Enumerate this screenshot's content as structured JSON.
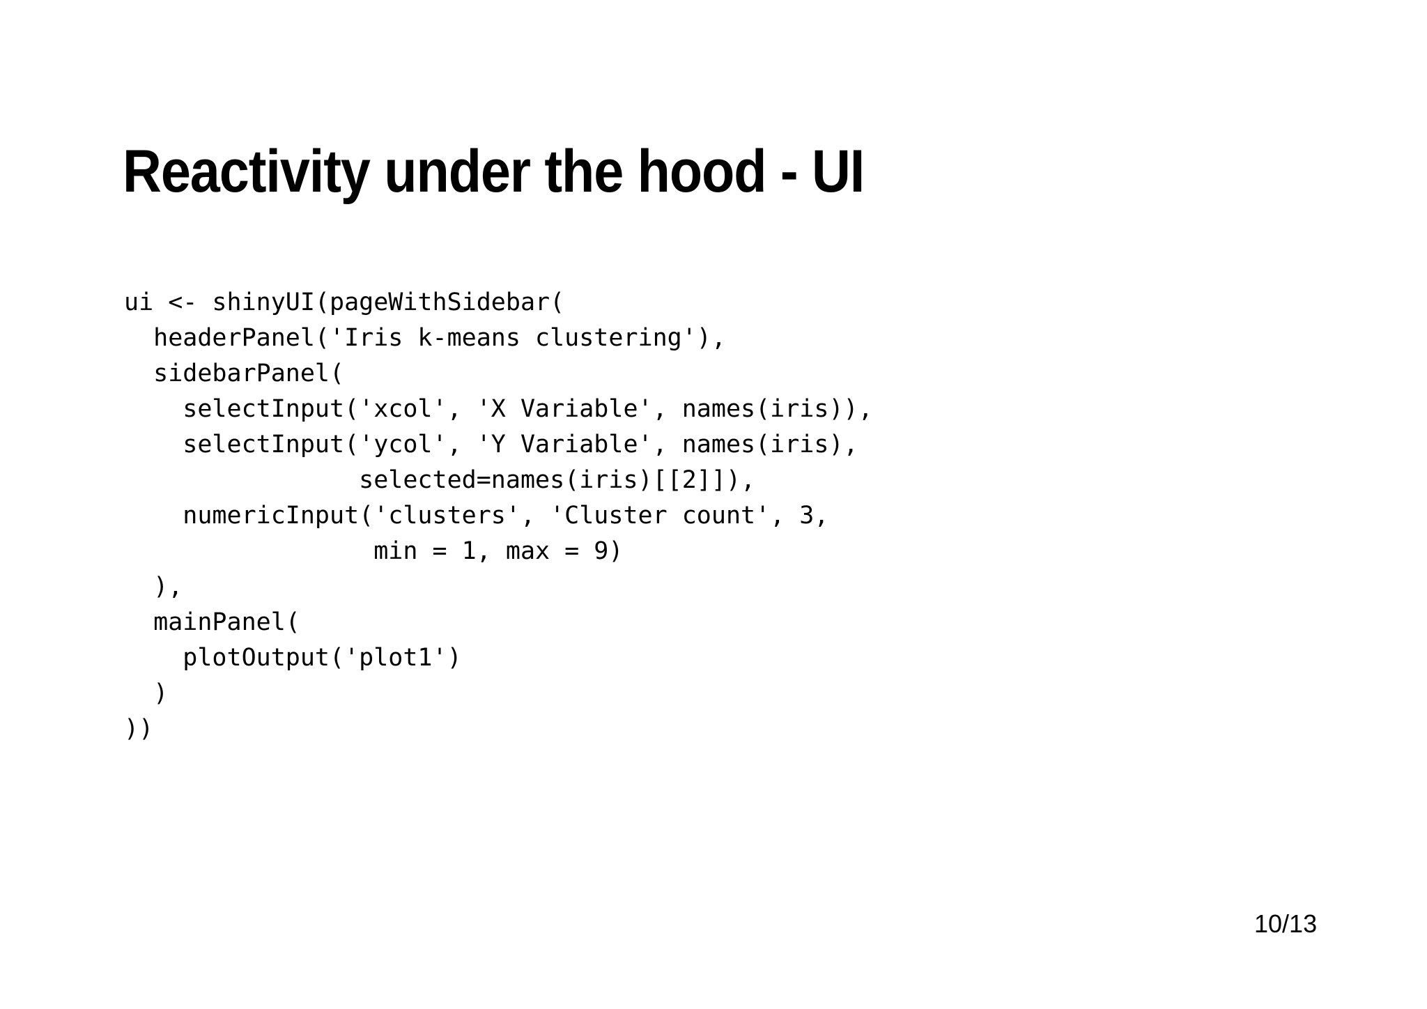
{
  "slide": {
    "title": "Reactivity under the hood - UI",
    "page_number": "10/13",
    "background_color": "#ffffff",
    "text_color": "#000000"
  },
  "code": {
    "language": "r",
    "lines": [
      "ui <- shinyUI(pageWithSidebar(",
      "  headerPanel('Iris k-means clustering'),",
      "  sidebarPanel(",
      "    selectInput('xcol', 'X Variable', names(iris)),",
      "    selectInput('ycol', 'Y Variable', names(iris),",
      "                selected=names(iris)[[2]]),",
      "    numericInput('clusters', 'Cluster count', 3,",
      "                 min = 1, max = 9)",
      "  ),",
      "  mainPanel(",
      "    plotOutput('plot1')",
      "  )",
      "))"
    ]
  }
}
